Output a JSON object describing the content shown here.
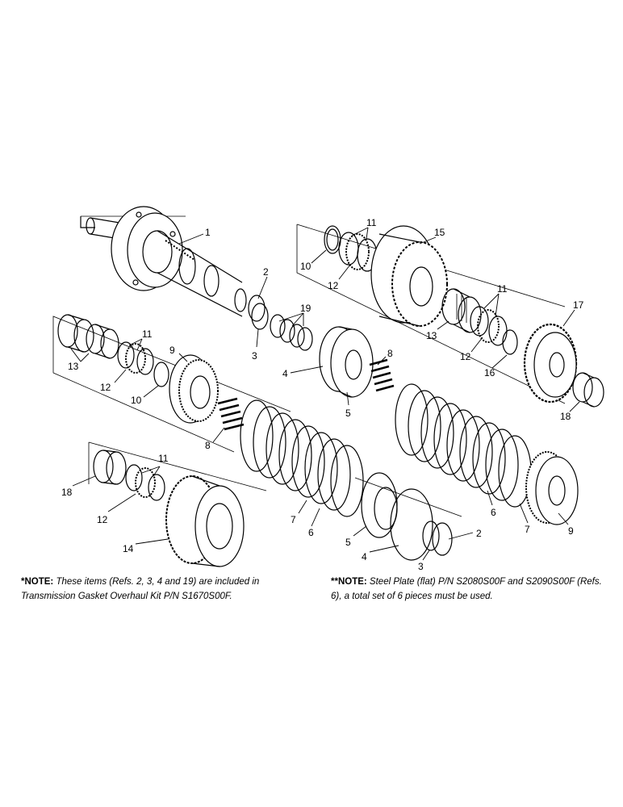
{
  "diagram": {
    "callouts": {
      "c1": "1",
      "c2a": "2",
      "c3a": "3",
      "c4a": "4",
      "c5a": "5",
      "c8a": "8",
      "c8b": "8",
      "c9a": "9",
      "c10a": "10",
      "c11a": "11",
      "c12a": "12",
      "c13a": "13",
      "c19": "19",
      "c10b": "10",
      "c11b": "11",
      "c12b": "12",
      "c15": "15",
      "c11c": "11",
      "c13b": "13",
      "c12c": "12",
      "c16": "16",
      "c17": "17",
      "c18b": "18",
      "c18a": "18",
      "c11d": "11",
      "c12d": "12",
      "c14": "14",
      "c7a": "7",
      "c6a": "6",
      "c5b": "5",
      "c4b": "4",
      "c3b": "3",
      "c2b": "2",
      "c6b": "6",
      "c7b": "7",
      "c9b": "9"
    }
  },
  "notes": {
    "left_prefix": "*NOTE:",
    "left_text": " These items (Refs. 2, 3, 4 and 19) are included in Transmission Gasket Overhaul Kit P/N S1670S00F.",
    "right_prefix": "**NOTE:",
    "right_text": " Steel Plate (flat) P/N S2080S00F and S2090S00F (Refs. 6), a total set of 6 pieces must be used."
  }
}
